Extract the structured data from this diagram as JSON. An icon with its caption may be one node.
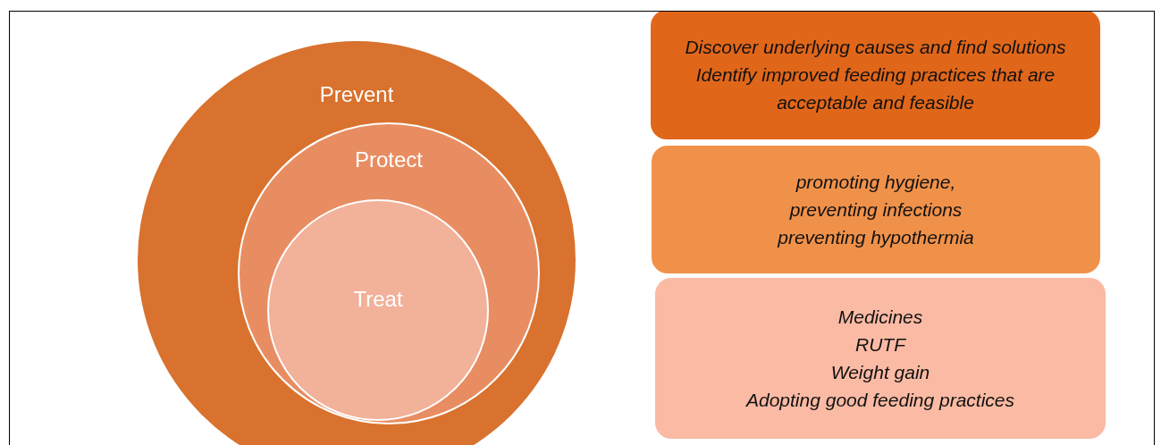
{
  "diagram": {
    "nodes": [
      {
        "text": [
          "Prevent"
        ]
      },
      {
        "text": [
          "Protect"
        ],
        "in": 0
      },
      {
        "text": [
          "Treat"
        ],
        "in": 1
      },
      {
        "text": [
          "Discover underlying causes and find solutions",
          "Identify improved feeding practices that are acceptable and feasible"
        ]
      },
      {
        "text": [
          "promoting hygiene,",
          "preventing infections",
          "preventing hypothermia"
        ]
      },
      {
        "text": [
          "Medicines",
          "RUTF",
          "Weight gain",
          "Adopting good feeding practices"
        ]
      }
    ],
    "edges": []
  }
}
